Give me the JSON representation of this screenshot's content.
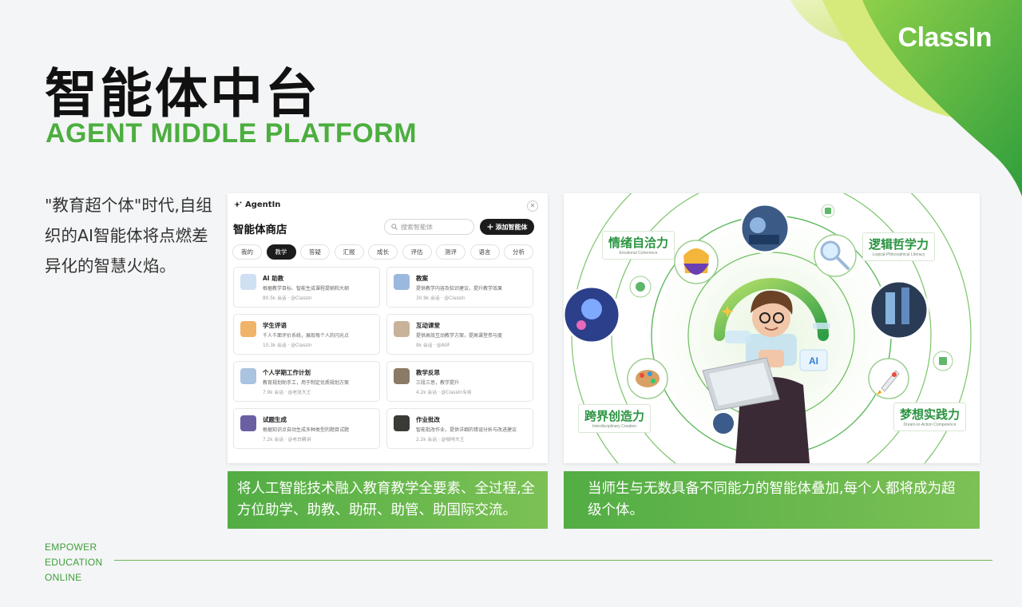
{
  "brand": {
    "logo": "ClassIn"
  },
  "title": {
    "cn": "智能体中台",
    "en": "AGENT MIDDLE PLATFORM"
  },
  "intro": "\"教育超个体\"时代,自组织的AI智能体将点燃差异化的智慧火焰。",
  "agent_store": {
    "brand": "AgentIn",
    "title": "智能体商店",
    "search_placeholder": "搜索智能体",
    "add_button": "添加智能体",
    "tabs": [
      "我的",
      "教学",
      "答疑",
      "汇报",
      "成长",
      "评估",
      "测评",
      "语言",
      "分析"
    ],
    "active_tab": 1,
    "cards": [
      {
        "name": "AI 助教",
        "desc": "根据教学目标、智能生成课程提纲和大纲",
        "meta": "80.5k 会话 · @ClassIn",
        "icon_color": "#cfe0f3"
      },
      {
        "name": "教案",
        "desc": "提供教学内容及知识建议，提升教学效果",
        "meta": "30.9k 会话 · @ClassIn",
        "icon_color": "#9bb9de"
      },
      {
        "name": "学生评语",
        "desc": "千人千面评价系统，展现每个人的闪光点",
        "meta": "10.3k 会话 · @ClassIn",
        "icon_color": "#f0b36a"
      },
      {
        "name": "互动课堂",
        "desc": "提供高效互动教学方案，提高课堂参与度",
        "meta": "9k 会话 · @AIIF",
        "icon_color": "#c9b29a"
      },
      {
        "name": "个人学期工作计划",
        "desc": "教育规划助手工，用于制定优质规划方案",
        "meta": "7.9k 会话 · @老张大王",
        "icon_color": "#a9c3e0"
      },
      {
        "name": "教学反思",
        "desc": "三段三思，教学提升",
        "meta": "4.2k 会话 · @ClassIn专用",
        "icon_color": "#8a7a66"
      },
      {
        "name": "试题生成",
        "desc": "根据知识点自动生成多种类型的题目试题",
        "meta": "7.2k 会话 · @老白精讲",
        "icon_color": "#6b5fa3"
      },
      {
        "name": "作业批改",
        "desc": "智能批改作业，提供详细的错误分析与改进建议",
        "meta": "2.2k 会话 · @咖啡大王",
        "icon_color": "#3a3a36"
      }
    ]
  },
  "illustration": {
    "labels": [
      {
        "cn": "情绪自洽力",
        "en": "Emotional Coherence"
      },
      {
        "cn": "逻辑哲学力",
        "en": "Logical-Philosophical Literacy"
      },
      {
        "cn": "跨界创造力",
        "en": "Interdisciplinary Creation"
      },
      {
        "cn": "梦想实践力",
        "en": "Dream-to-Action Competence"
      }
    ],
    "ai_badge": "AI"
  },
  "captions": {
    "left": "将人工智能技术融入教育教学全要素、全过程,全方位助学、助教、助研、助管、助国际交流。",
    "right": "当师生与无数具备不同能力的智能体叠加,每个人都将成为超级个体。"
  },
  "footer": {
    "line1": "EMPOWER",
    "line2": "EDUCATION",
    "line3": "ONLINE"
  },
  "colors": {
    "brand_green": "#4cae3f",
    "lime": "#b6d63a",
    "caption_start": "#52ad44",
    "caption_end": "#7cc155"
  }
}
